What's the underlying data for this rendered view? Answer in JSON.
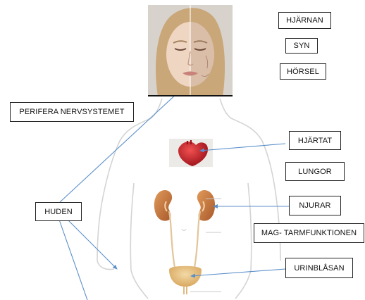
{
  "labels": {
    "hjarnan": "HJÄRNAN",
    "syn": "SYN",
    "horsel": "HÖRSEL",
    "perifera": "PERIFERA NERVSYSTEMET",
    "hjartat": "HJÄRTAT",
    "lungor": "LUNGOR",
    "njurar": "NJURAR",
    "huden": "HUDEN",
    "mag_tarm": "MAG- TARMFUNKTIONEN",
    "urinblasan": "URINBLÅSAN"
  },
  "colors": {
    "arrow": "#5b8fc9",
    "body_outline": "#d4d4d4",
    "label_border": "#222222",
    "heart": "#c8202a",
    "kidney": "#c0703a",
    "bladder": "#e7c183",
    "skin": "#e9cdb6"
  }
}
